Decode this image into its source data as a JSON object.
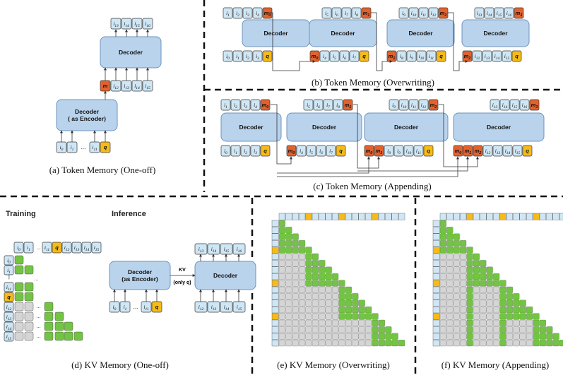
{
  "captions": {
    "a": "(a) Token Memory (One-off)",
    "b": "(b) Token Memory  (Overwriting)",
    "c": "(c) Token Memory  (Appending)",
    "d": "(d) KV Memory (One-off)",
    "e": "(e) KV Memory (Overwriting)",
    "f": "(f) KV Memory (Appending)"
  },
  "headings": {
    "training": "Training",
    "inference": "Inference"
  },
  "labels": {
    "decoder": "Decoder",
    "decoder_encoder_a_1": "Decoder",
    "decoder_encoder_a_2": "( as Encoder)",
    "decoder_encoder_d_1": "Decoder",
    "decoder_encoder_d_2": "(as Encoder)",
    "kv_1": "KV",
    "kv_2": "(only q)",
    "ellipsis": "..."
  },
  "colors": {
    "token": "#cfe6f5",
    "memory": "#e2622e",
    "query": "#f6bb17",
    "decoder": "#b9d3ec",
    "masked": "#72c442",
    "blocked": "#d5d5d5"
  }
}
